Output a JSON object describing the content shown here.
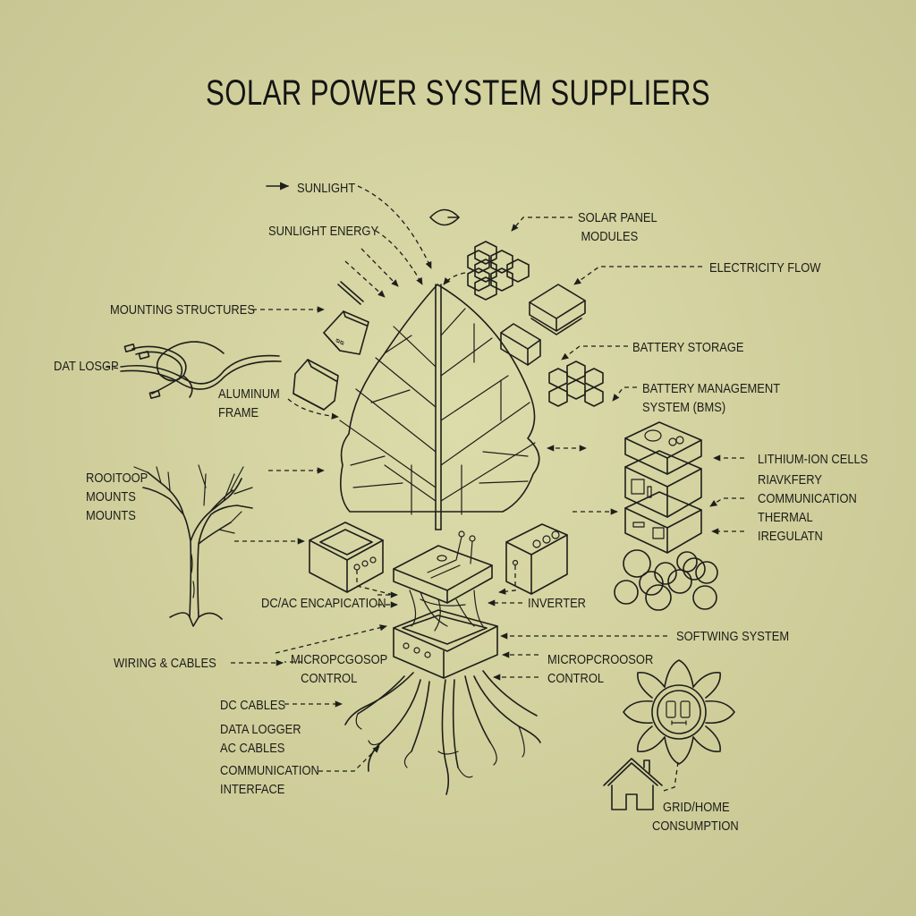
{
  "title": "SOLAR POWER SYSTEM SUPPLIERS",
  "colors": {
    "background": "#d3d2a0",
    "ink": "#1c1c18"
  },
  "labels": {
    "sunlight": "SUNLIGHT",
    "sunlight_energy": "SUNLIGHT ENERGY",
    "solar_panel_modules": [
      "SOLAR PANEL",
      "MODULES"
    ],
    "electricity_flow": "ELECTRICITY FLOW",
    "mounting_structures": "MOUNTING STRUCTURES",
    "dat_losgp": "DAT LOSGP",
    "battery_storage": "BATTERY STORAGE",
    "aluminum_frame": [
      "ALUMINUM",
      "FRAME"
    ],
    "bms": [
      "BATTERY MANAGEMENT",
      "SYSTEM (BMS)"
    ],
    "rooftop_mounts": [
      "ROOITOOP",
      "MOUNTS",
      "MOUNTS"
    ],
    "lithium_ion_cells": "LITHIUM-ION CELLS",
    "battery_comm_thermal": [
      "RIAVKFERY",
      "COMMUNICATION",
      "THERMAL",
      "IREGULATN"
    ],
    "dcac_encapication": "DC/AC ENCAPICATION",
    "inverter": "INVERTER",
    "softwing_system": "SOFTWING SYSTEM",
    "wiring_cables": "WIRING & CABLES",
    "micropcgosop_control": [
      "MICROPCGOSOP",
      "CONTROL"
    ],
    "micropcroosor_control": [
      "MICROPCROOSOR",
      "CONTROL"
    ],
    "dc_cables": "DC CABLES",
    "data_logger": "DATA LOGGER",
    "ac_cables": "AC CABLES",
    "communication_interface": [
      "COMMUNICATION",
      "INTERFACE"
    ],
    "grid_home_consumption": [
      "GRID/HOME",
      "CONSUMPTION"
    ]
  },
  "icons": [
    "arrow-right-icon",
    "sun-eye-icon",
    "hexagon-cells-icon",
    "leaf-panel-icon",
    "mounting-bracket-icon",
    "cable-coil-icon",
    "tree-icon",
    "battery-stack-icon",
    "inverter-box-icon",
    "root-cables-icon",
    "sunflower-meter-icon",
    "house-icon",
    "battery-spheres-icon"
  ]
}
